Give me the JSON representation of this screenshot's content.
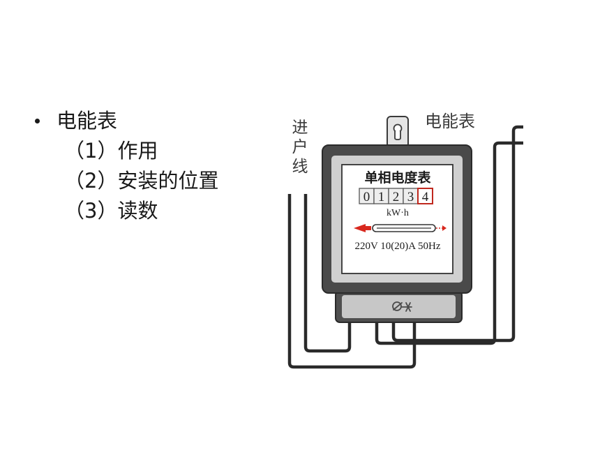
{
  "slide": {
    "bullet": {
      "title": "电能表",
      "items": [
        "（1）作用",
        "（2）安装的位置",
        "（3）读数"
      ]
    }
  },
  "figure": {
    "incoming_label_chars": [
      "进",
      "户",
      "线"
    ],
    "meter_label": "电能表",
    "meter": {
      "name": "单相电度表",
      "digits": [
        "0",
        "1",
        "2",
        "3",
        "4"
      ],
      "unit": "kW·h",
      "rating": "220V 10(20)A 50Hz",
      "highlight_color": "#c0281e",
      "case_color": "#4a4a4a",
      "wire_color": "#2a2a2a"
    }
  }
}
